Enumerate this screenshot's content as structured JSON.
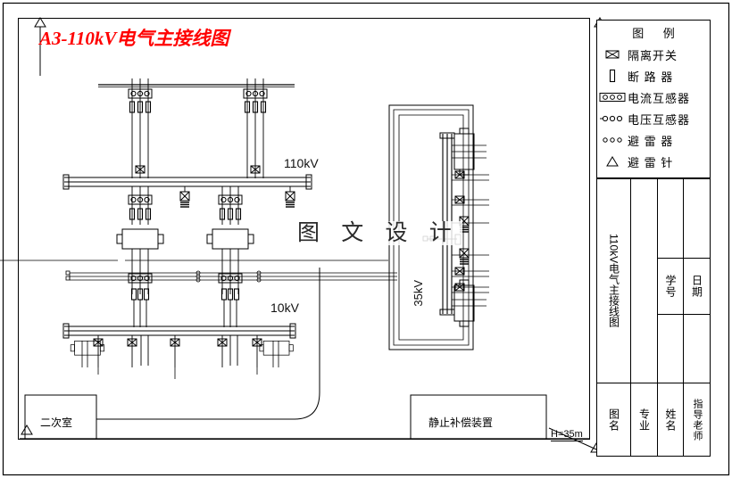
{
  "sheet": {
    "title": "A3-110kV电气主接线图",
    "watermark": "图 文 设 计",
    "border_color": "#000000",
    "title_color": "#ff0000"
  },
  "diagram": {
    "voltage_labels": {
      "hv_bus": "110kV",
      "mv_bus": "35kV",
      "lv_bus": "10kV"
    },
    "height_note": "H=35m",
    "buildings": [
      {
        "name": "secondary-room",
        "label": "二次室"
      },
      {
        "name": "static-compensation",
        "label": "静止补偿装置"
      }
    ]
  },
  "legend": {
    "title": "图    例",
    "items": [
      {
        "icon": "disconnector-icon",
        "label": "隔离开关"
      },
      {
        "icon": "circuit-breaker-icon",
        "label": "断 路 器"
      },
      {
        "icon": "current-transformer-icon",
        "label": "电流互感器"
      },
      {
        "icon": "voltage-transformer-icon",
        "label": "电压互感器"
      },
      {
        "icon": "surge-arrester-icon",
        "label": "避 雷 器"
      },
      {
        "icon": "lightning-rod-icon",
        "label": "避 雷 针"
      }
    ]
  },
  "title_block": {
    "drawing_name_label": "图名",
    "drawing_name_value": "110kV电气主接线图",
    "major_label": "专业",
    "major_value": "",
    "name_label": "姓名",
    "name_value": "",
    "student_id_label": "学号",
    "student_id_value": "",
    "advisor_label": "指导老师",
    "advisor_value": "",
    "date_label": "日期",
    "date_value": ""
  }
}
